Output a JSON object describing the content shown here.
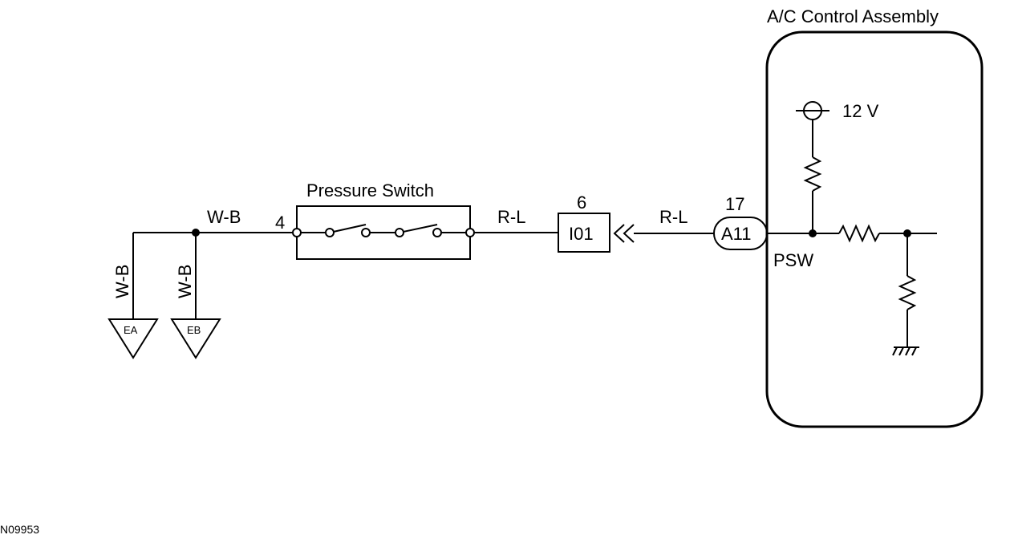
{
  "diagram": {
    "id_code": "N09953",
    "ac_assembly": {
      "title": "A/C Control Assembly",
      "voltage": "12 V",
      "terminal": "PSW"
    },
    "pressure_switch": {
      "label": "Pressure Switch",
      "pin": "4"
    },
    "connector_i01": {
      "label": "I01",
      "pin": "6"
    },
    "connector_a11": {
      "label": "A11",
      "pin": "17"
    },
    "wires": {
      "wb_top": "W-B",
      "wb_left": "W-B",
      "wb_right": "W-B",
      "rl_left": "R-L",
      "rl_right": "R-L"
    },
    "grounds": {
      "ea": "EA",
      "eb": "EB"
    }
  }
}
